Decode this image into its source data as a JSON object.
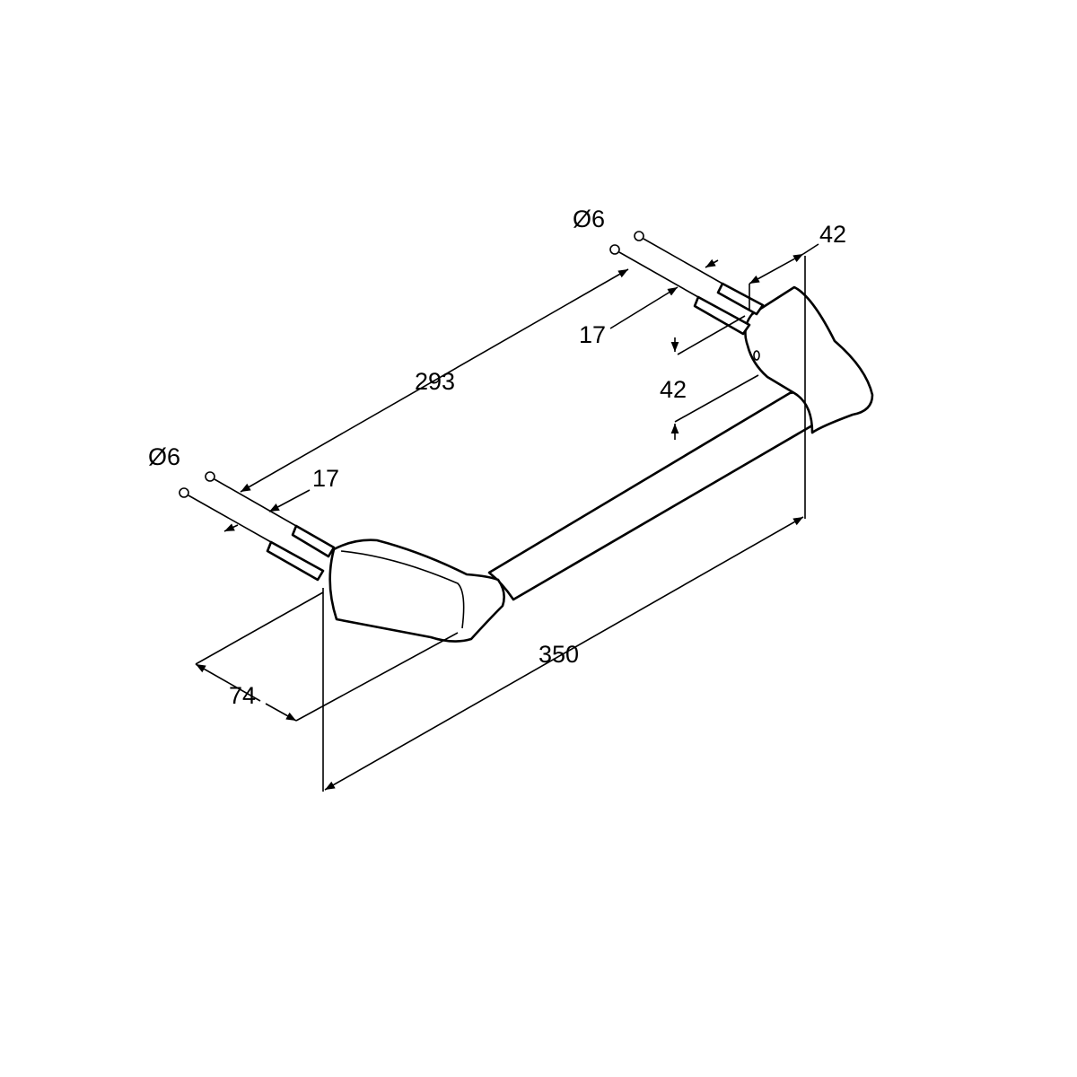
{
  "drawing": {
    "dimensions": {
      "overall_length": "350",
      "hole_spacing": "293",
      "projection": "74",
      "hole_diameter_left": "Ø6",
      "hole_diameter_right": "Ø6",
      "screw_depth_left": "17",
      "screw_depth_right": "17",
      "bracket_width_top": "42",
      "bracket_height": "42"
    },
    "colors": {
      "line": "#000000",
      "background": "#ffffff"
    }
  }
}
